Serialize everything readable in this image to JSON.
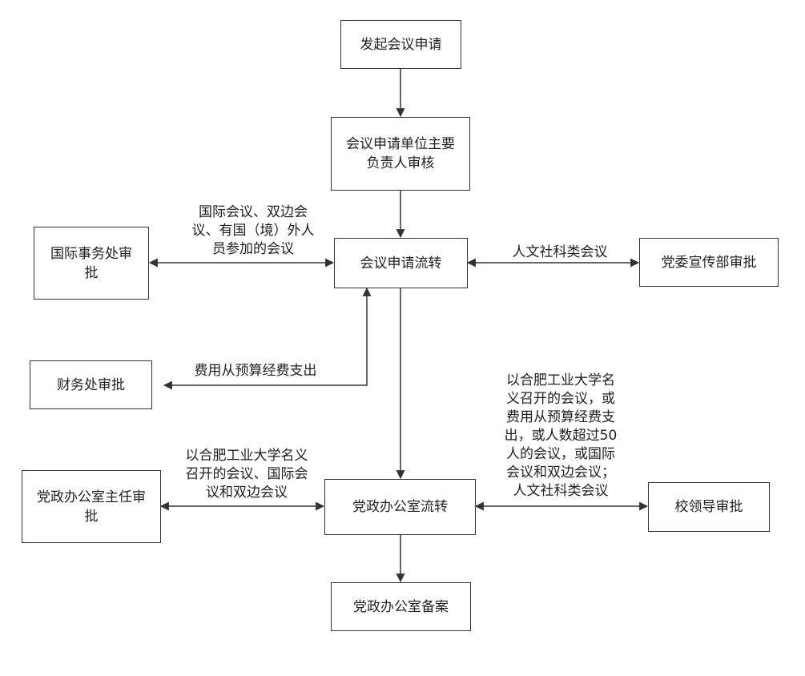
{
  "nodes": {
    "initiate": "发起会议申请",
    "unit_review": "会议申请单位主要负责人审核",
    "flow": "会议申请流转",
    "intl_affairs": "国际事务处审批",
    "propaganda": "党委宣传部审批",
    "finance": "财务处审批",
    "office_flow": "党政办公室流转",
    "office_director": "党政办公室主任审批",
    "leader": "校领导审批",
    "archive": "党政办公室备案"
  },
  "edge_labels": {
    "intl": "国际会议、双边会\n议、有国（境）外人\n员参加的会议",
    "humanities": "人文社科类会议",
    "budget": "费用从预算经费支出",
    "director": "以合肥工业大学名义\n召开的会议、国际会\n议和双边会议",
    "leader": "以合肥工业大学名\n义召开的会议，或\n费用从预算经费支\n出，或人数超过50\n人的会议，或国际\n会议和双边会议；\n人文社科类会议"
  }
}
